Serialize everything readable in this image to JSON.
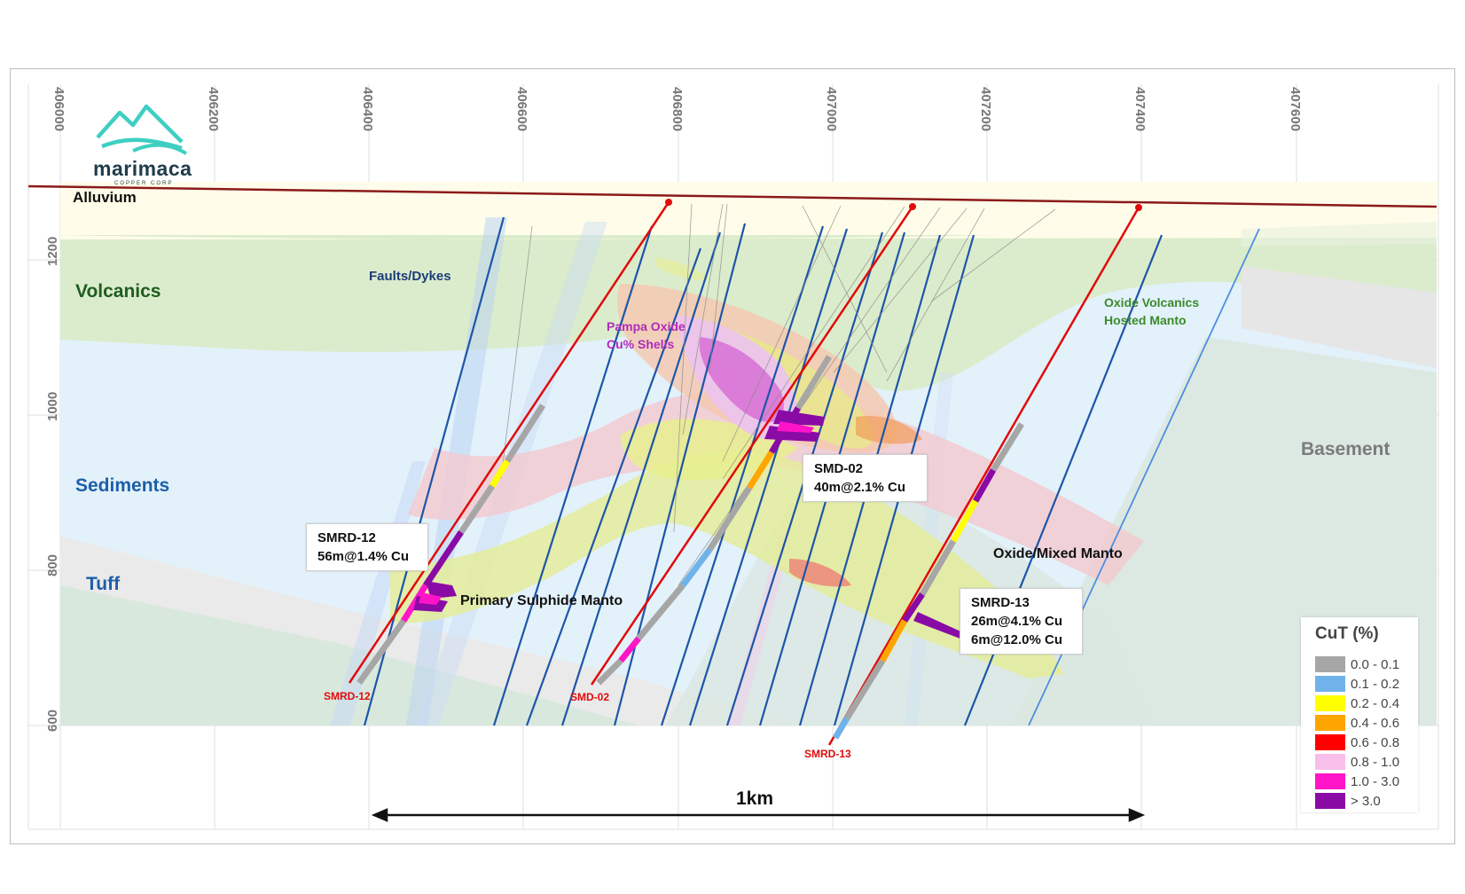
{
  "logo": {
    "name": "marimaca",
    "tagline": "COPPER CORP"
  },
  "easting_ticks": [
    "406000",
    "406200",
    "406400",
    "406600",
    "406800",
    "407000",
    "407200",
    "407400",
    "407600"
  ],
  "elevation_ticks": [
    "1200",
    "1000",
    "800",
    "600"
  ],
  "units": {
    "alluvium": "Alluvium",
    "volcanics": "Volcanics",
    "sediments": "Sediments",
    "tuff": "Tuff",
    "basement": "Basement"
  },
  "annotations": {
    "faults": "Faults/Dykes",
    "pampa_1": "Pampa Oxide",
    "pampa_2": "Cu% Shells",
    "oxide_volc_1": "Oxide Volcanics",
    "oxide_volc_2": "Hosted Manto",
    "primary": "Primary Sulphide Manto",
    "oxide_mixed": "Oxide/Mixed Manto"
  },
  "holes": [
    {
      "id": "SMRD-12"
    },
    {
      "id": "SMD-02"
    },
    {
      "id": "SMRD-13"
    }
  ],
  "callouts": {
    "smrd12": {
      "title": "SMRD-12",
      "line1": "56m@1.4% Cu"
    },
    "smd02": {
      "title": "SMD-02",
      "line1": "40m@2.1% Cu"
    },
    "smrd13": {
      "title": "SMRD-13",
      "line1": "26m@4.1% Cu",
      "line2": "6m@12.0% Cu"
    }
  },
  "scale": {
    "label": "1km"
  },
  "legend": {
    "title": "CuT (%)",
    "items": [
      {
        "label": "0.0 - 0.1",
        "color": "#a6a6a6"
      },
      {
        "label": "0.1 - 0.2",
        "color": "#6fb3ea"
      },
      {
        "label": "0.2 - 0.4",
        "color": "#ffff00"
      },
      {
        "label": "0.4 - 0.6",
        "color": "#ffa500"
      },
      {
        "label": "0.6 - 0.8",
        "color": "#ff0000"
      },
      {
        "label": "0.8 - 1.0",
        "color": "#f7bfe9"
      },
      {
        "label": "1.0 - 3.0",
        "color": "#ff14c8"
      },
      {
        "label": "> 3.0",
        "color": "#8a0aa5"
      }
    ]
  },
  "colors": {
    "volcanics": "#dbeccc",
    "sediments": "#e1f1fa",
    "tuff": "#d5e5d8",
    "basement": "#dde9e3",
    "alluvium": "#fffde9",
    "drill_trace": "#e10b0b",
    "fault": "#1d55a8"
  }
}
